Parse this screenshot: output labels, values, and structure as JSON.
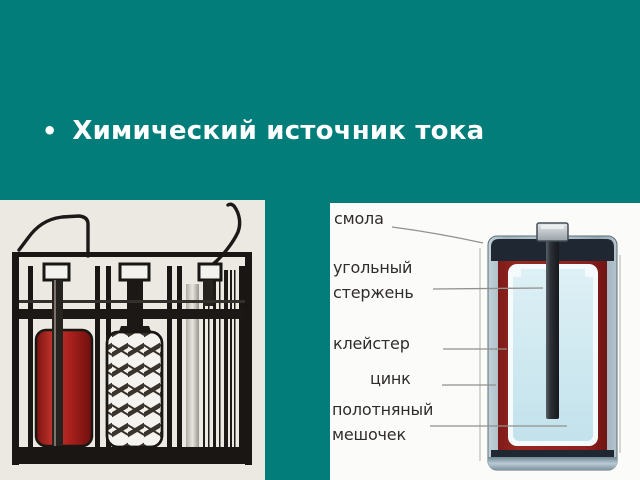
{
  "slide": {
    "bullet_marker": "•",
    "title": "Химический источник тока",
    "colors": {
      "background_teal": "#027d79",
      "title_text": "#ffffff",
      "left_figure_background": "#ece9e3",
      "left_electrode_red": "#b52a28",
      "drawing_ink": "#1b1815",
      "battery_red_layer": "#8e211d",
      "battery_paste_blue": "#cfe8f0",
      "battery_casing_gray": "#a9bdc7",
      "label_text": "#2f2d2b"
    }
  },
  "right_figure": {
    "labels": [
      {
        "id": "resin",
        "text": "смола"
      },
      {
        "id": "carbon-rod",
        "text": "угольный стержень"
      },
      {
        "id": "paste",
        "text": "клейстер"
      },
      {
        "id": "zinc",
        "text": "цинк"
      },
      {
        "id": "cloth-bag",
        "text": "полотняный мешочек"
      }
    ]
  }
}
